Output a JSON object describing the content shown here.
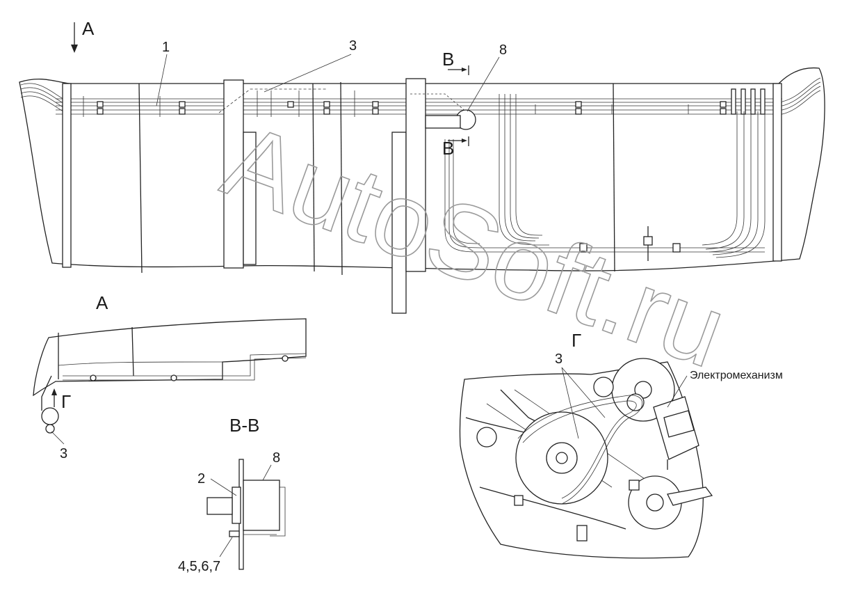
{
  "watermark": "AutoSoft.ru",
  "main_view": {
    "view_arrow_label": "А",
    "callouts": [
      "1",
      "3",
      "8"
    ],
    "section_marks": [
      "В",
      "В"
    ]
  },
  "view_a": {
    "title": "А",
    "detail_label": "Г",
    "callout": "3"
  },
  "section_bb": {
    "title": "В-В",
    "callouts": [
      "2",
      "8",
      "4,5,6,7"
    ]
  },
  "view_g": {
    "title": "Г",
    "callout": "3",
    "component_label": "Электромеханизм"
  },
  "colors": {
    "line": "#222222",
    "watermark": "#9a9a9a",
    "background": "#ffffff"
  }
}
